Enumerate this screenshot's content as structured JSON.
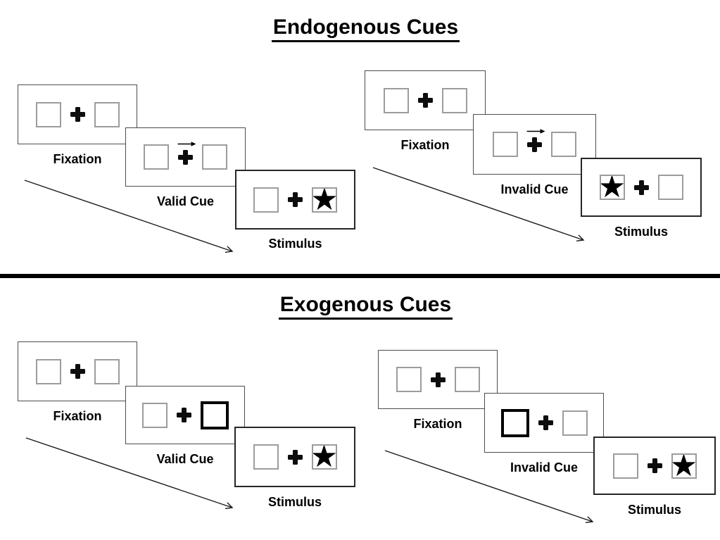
{
  "colors": {
    "ink": "#000000",
    "box_border": "#9c9c9c",
    "frame_border": "#4d4d4d"
  },
  "glyphs": {
    "star": "★"
  },
  "sections": [
    {
      "title": "Endogenous Cues"
    },
    {
      "title": "Exogenous Cues"
    }
  ],
  "panels": [
    {
      "name": "endogenous-valid",
      "frames": [
        {
          "label": "Fixation",
          "left_box": "empty",
          "right_box": "empty",
          "cue_arrow": false,
          "highlight": "none"
        },
        {
          "label": "Valid Cue",
          "left_box": "empty",
          "right_box": "empty",
          "cue_arrow": true,
          "highlight": "none"
        },
        {
          "label": "Stimulus",
          "left_box": "empty",
          "right_box": "star",
          "cue_arrow": false,
          "highlight": "none"
        }
      ]
    },
    {
      "name": "endogenous-invalid",
      "frames": [
        {
          "label": "Fixation",
          "left_box": "empty",
          "right_box": "empty",
          "cue_arrow": false,
          "highlight": "none"
        },
        {
          "label": "Invalid Cue",
          "left_box": "empty",
          "right_box": "empty",
          "cue_arrow": true,
          "highlight": "none"
        },
        {
          "label": "Stimulus",
          "left_box": "star",
          "right_box": "empty",
          "cue_arrow": false,
          "highlight": "none"
        }
      ]
    },
    {
      "name": "exogenous-valid",
      "frames": [
        {
          "label": "Fixation",
          "left_box": "empty",
          "right_box": "empty",
          "cue_arrow": false,
          "highlight": "none"
        },
        {
          "label": "Valid Cue",
          "left_box": "empty",
          "right_box": "empty",
          "cue_arrow": false,
          "highlight": "right"
        },
        {
          "label": "Stimulus",
          "left_box": "empty",
          "right_box": "star",
          "cue_arrow": false,
          "highlight": "none"
        }
      ]
    },
    {
      "name": "exogenous-invalid",
      "frames": [
        {
          "label": "Fixation",
          "left_box": "empty",
          "right_box": "empty",
          "cue_arrow": false,
          "highlight": "none"
        },
        {
          "label": "Invalid Cue",
          "left_box": "empty",
          "right_box": "empty",
          "cue_arrow": false,
          "highlight": "left"
        },
        {
          "label": "Stimulus",
          "left_box": "empty",
          "right_box": "star",
          "cue_arrow": false,
          "highlight": "none"
        }
      ]
    }
  ]
}
